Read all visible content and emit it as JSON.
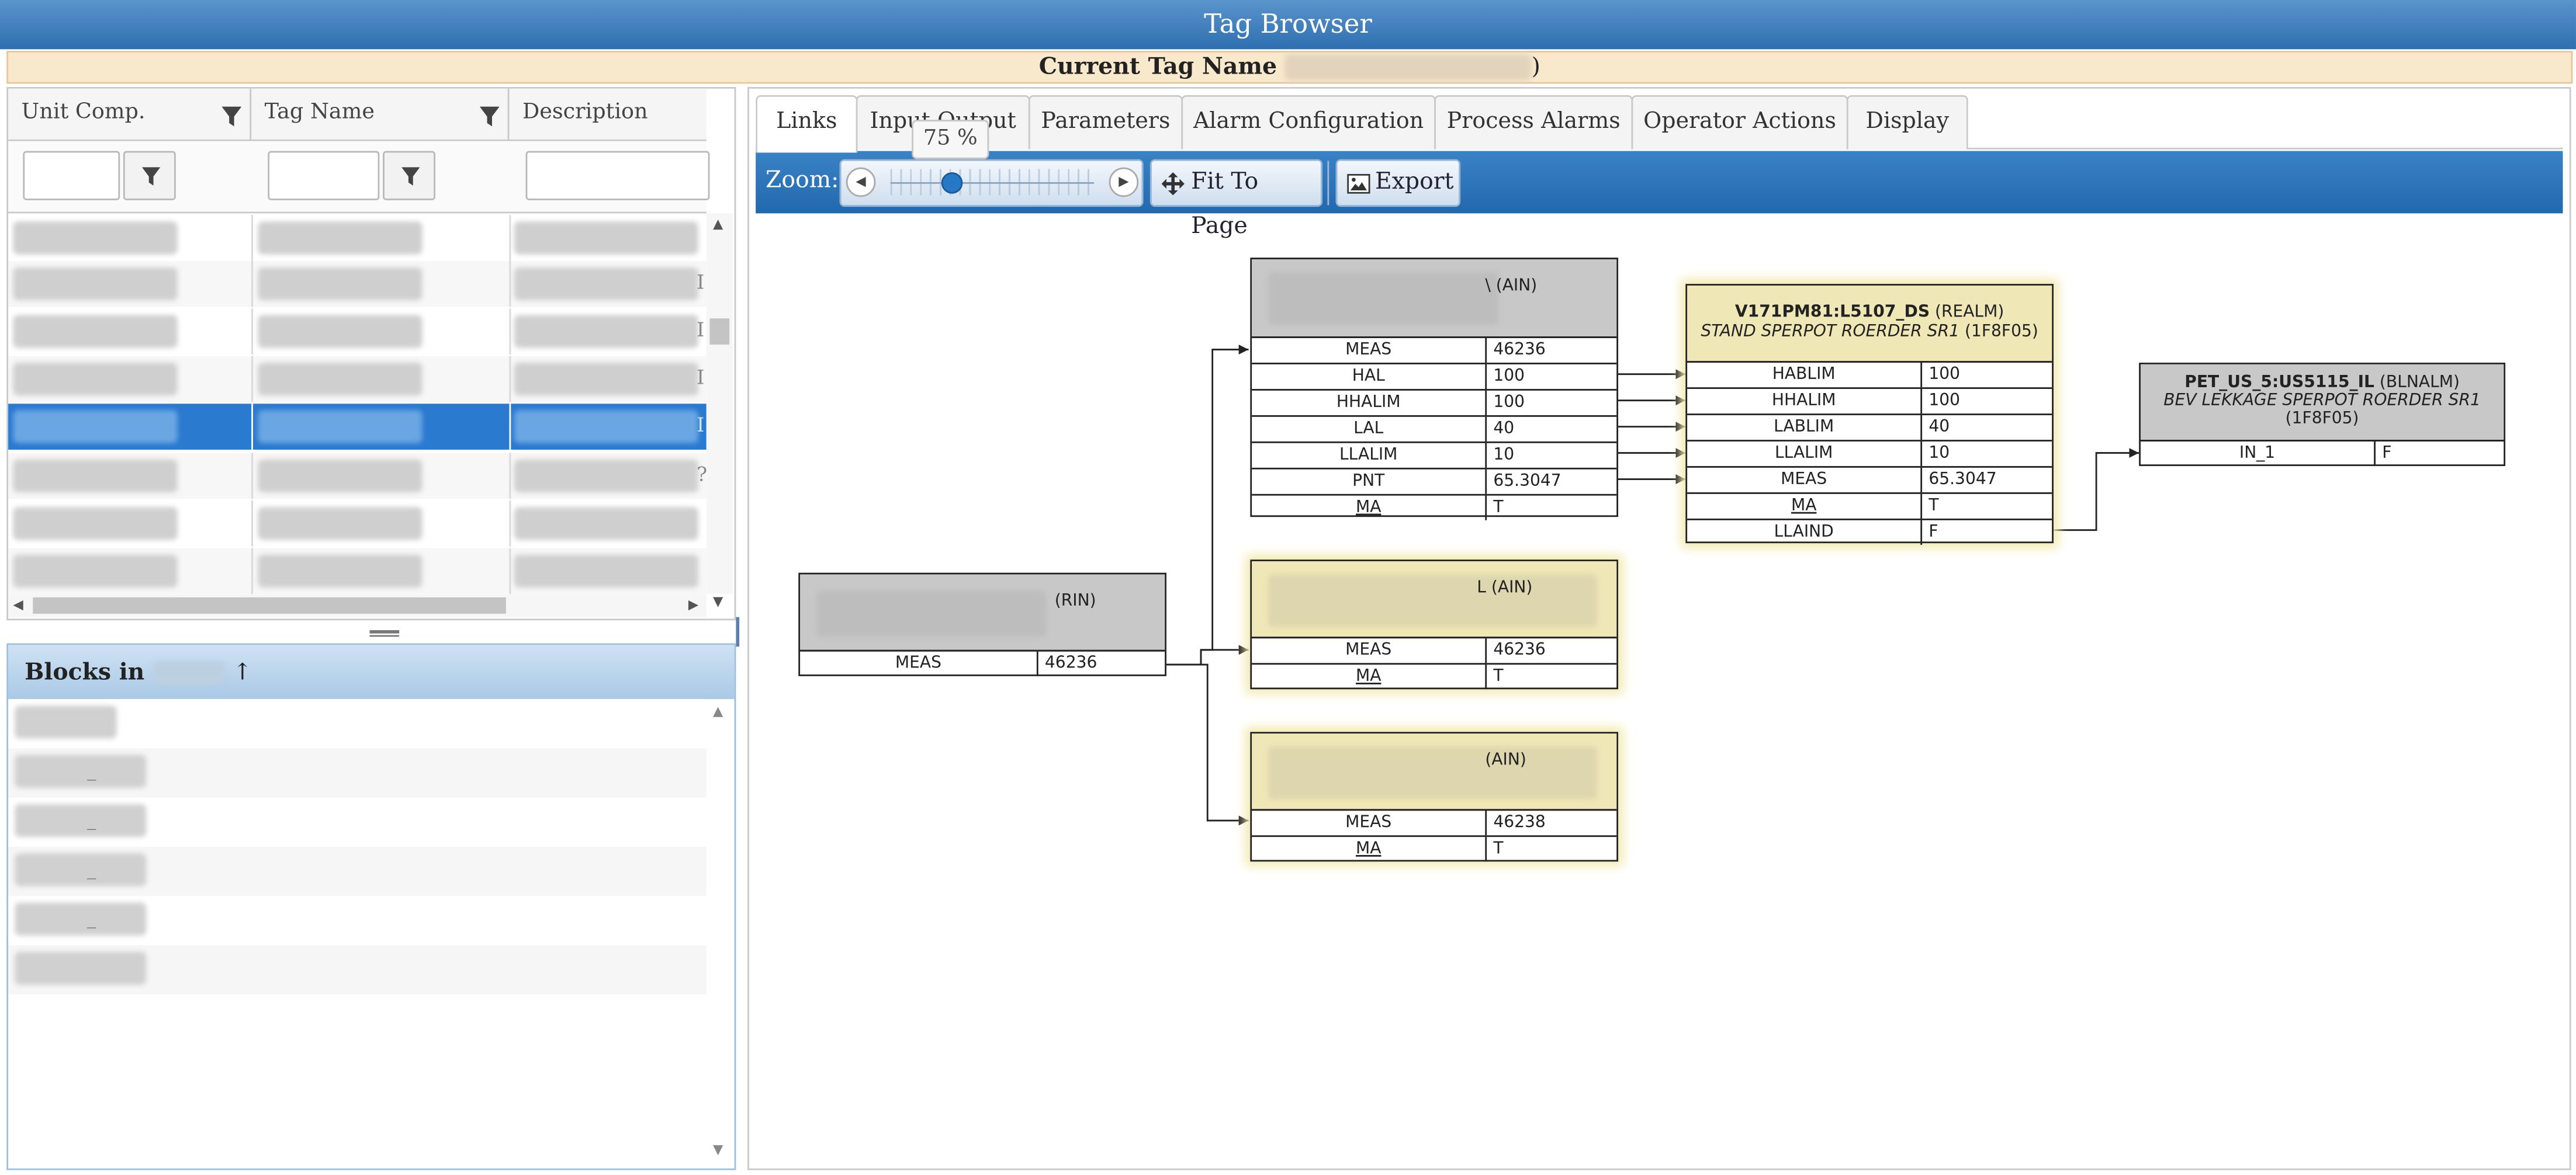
{
  "window": {
    "title": "Tag Browser"
  },
  "current_tag": {
    "label": "Current Tag Name",
    "suffix": ")"
  },
  "grid": {
    "columns": [
      "Unit Comp.",
      "Tag Name",
      "Description"
    ],
    "row_edge_chars": [
      "",
      "I",
      "I",
      "I",
      "I",
      "?",
      "",
      ""
    ],
    "selected_row": 4
  },
  "blocks_panel": {
    "title": "Blocks in",
    "sort_arrow": "↑",
    "row_label": "_"
  },
  "tabs": [
    "Links",
    "Input Output",
    "Parameters",
    "Alarm Configuration",
    "Process Alarms",
    "Operator Actions",
    "Display"
  ],
  "active_tab": "Links",
  "toolbar": {
    "zoom_label": "Zoom:",
    "zoom_value": "75 %",
    "zoom_fraction": 0.3,
    "fit_label": "Fit To Page",
    "export_label": "Export"
  },
  "colors": {
    "title_blue": "#2f6fb0",
    "tag_bar": "#f8e8cc",
    "selected_row": "#2a7ad0",
    "block_header_gray": "#c8c8c8",
    "block_header_yellow": "#efe7b6"
  },
  "diagram": {
    "rin": {
      "type": "(RIN)",
      "rows": [
        [
          "MEAS",
          "46236"
        ]
      ]
    },
    "ain1": {
      "type": "\\ (AIN)",
      "rows": [
        [
          "MEAS",
          "46236"
        ],
        [
          "HAL",
          "100"
        ],
        [
          "HHALIM",
          "100"
        ],
        [
          "LAL",
          "40"
        ],
        [
          "LLALIM",
          "10"
        ],
        [
          "PNT",
          "65.3047"
        ],
        [
          "MA",
          "T"
        ]
      ]
    },
    "ain2": {
      "type": "L (AIN)",
      "rows": [
        [
          "MEAS",
          "46236"
        ],
        [
          "MA",
          "T"
        ]
      ]
    },
    "ain3": {
      "type": "(AIN)",
      "rows": [
        [
          "MEAS",
          "46238"
        ],
        [
          "MA",
          "T"
        ]
      ]
    },
    "realm": {
      "name": "V171PM81:L5107_DS",
      "type": "(REALM)",
      "desc": "STAND SPERPOT ROERDER SR1",
      "code": "(1F8F05)",
      "rows": [
        [
          "HABLIM",
          "100"
        ],
        [
          "HHALIM",
          "100"
        ],
        [
          "LABLIM",
          "40"
        ],
        [
          "LLALIM",
          "10"
        ],
        [
          "MEAS",
          "65.3047"
        ],
        [
          "MA",
          "T"
        ],
        [
          "LLAIND",
          "F"
        ]
      ]
    },
    "blnalm": {
      "name": "PET_US_5:US5115_IL",
      "type": "(BLNALM)",
      "desc": "BEV LEKKAGE SPERPOT ROERDER SR1",
      "code": "(1F8F05)",
      "rows": [
        [
          "IN_1",
          "F"
        ]
      ]
    }
  }
}
